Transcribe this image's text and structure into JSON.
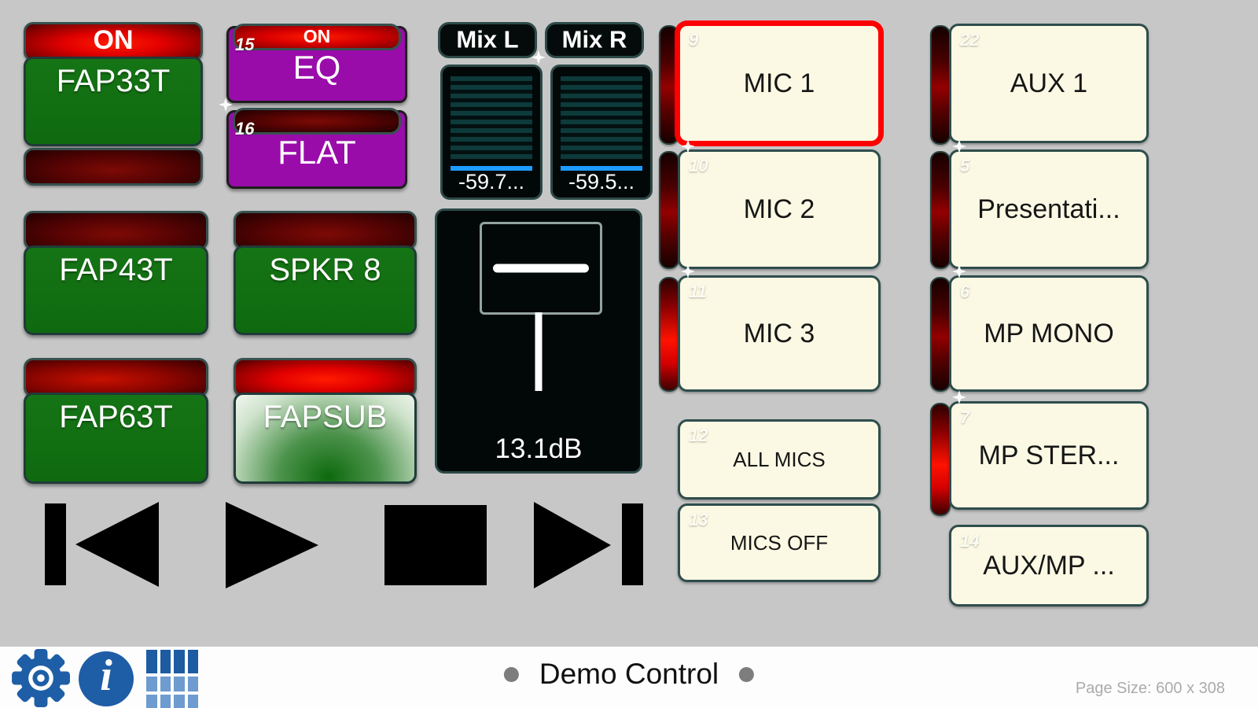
{
  "speaker_panel": {
    "fap33t": {
      "header_label": "ON",
      "header_state": "lit",
      "label": "FAP33T"
    },
    "fap33t_bar_state": "dim",
    "fap43t": {
      "header_state": "dim",
      "label": "FAP43T"
    },
    "spkr8": {
      "header_state": "dim",
      "label": "SPKR 8"
    },
    "fap63t": {
      "header_state": "mid",
      "label": "FAP63T"
    },
    "fapsub": {
      "header_state": "lit",
      "label": "FAPSUB",
      "active": "true"
    }
  },
  "eq_panel": {
    "eq": {
      "number": "15",
      "label": "EQ",
      "pill_state": "lit",
      "pill_label": "ON"
    },
    "flat": {
      "number": "16",
      "label": "FLAT",
      "pill_state": "dim",
      "pill_label": ""
    }
  },
  "mix_meters": {
    "left": {
      "label": "Mix L",
      "value": "-59.7..."
    },
    "right": {
      "label": "Mix R",
      "value": "-59.5..."
    }
  },
  "fader": {
    "value": "13.1dB"
  },
  "transport": {
    "buttons": [
      {
        "name": "previous",
        "icon": "skip-back-icon"
      },
      {
        "name": "play",
        "icon": "play-icon"
      },
      {
        "name": "stop",
        "icon": "stop-icon"
      },
      {
        "name": "next",
        "icon": "skip-forward-icon"
      }
    ]
  },
  "mic_panel": {
    "items": [
      {
        "number": "9",
        "label": "MIC 1",
        "selected": "true",
        "meter": "dim"
      },
      {
        "number": "10",
        "label": "MIC 2",
        "selected": "false",
        "meter": "dim"
      },
      {
        "number": "11",
        "label": "MIC 3",
        "selected": "false",
        "meter": "hot"
      },
      {
        "number": "12",
        "label": "ALL MICS",
        "selected": "false",
        "meter": "none"
      },
      {
        "number": "13",
        "label": "MICS OFF",
        "selected": "false",
        "meter": "none"
      }
    ]
  },
  "source_panel": {
    "items": [
      {
        "number": "22",
        "label": "AUX 1",
        "meter": "dim"
      },
      {
        "number": "5",
        "label": "Presentati...",
        "meter": "dim"
      },
      {
        "number": "6",
        "label": "MP MONO",
        "meter": "dim"
      },
      {
        "number": "7",
        "label": "MP STER...",
        "meter": "hot"
      },
      {
        "number": "14",
        "label": "AUX/MP ...",
        "meter": "none"
      }
    ]
  },
  "footer": {
    "title": "Demo Control",
    "page_size": "Page Size: 600 x 308",
    "icons": [
      "gear-icon",
      "info-icon",
      "grid-icon"
    ],
    "accent_blue": "#1e5ea6"
  }
}
